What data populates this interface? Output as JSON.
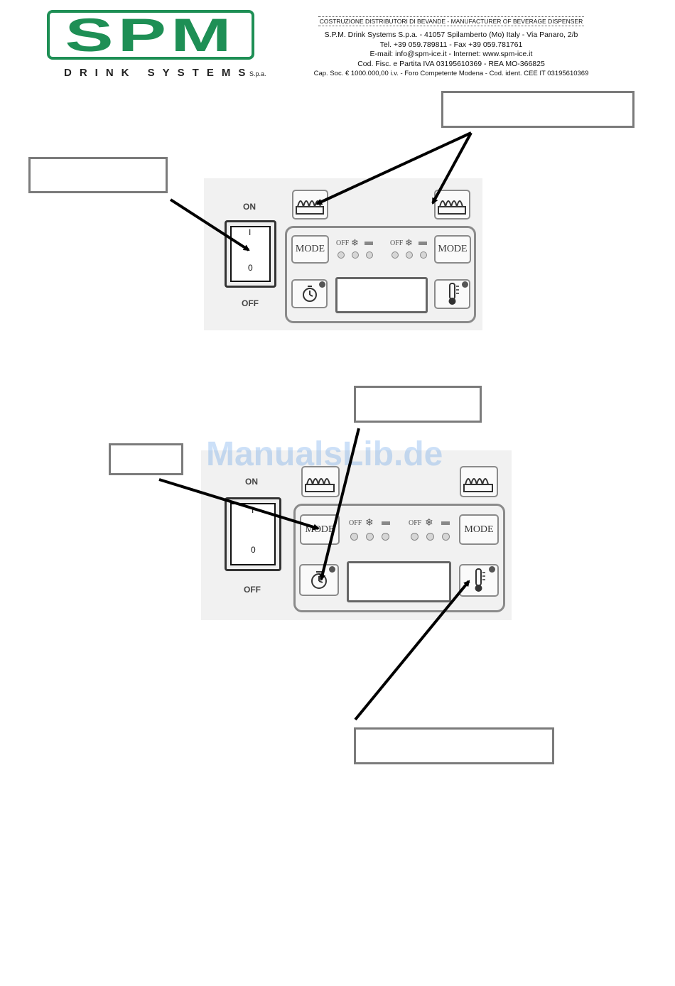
{
  "header": {
    "logo_text": "SPM",
    "logo_subtitle": "DRINK SYSTEMS",
    "logo_suffix": "S.p.a.",
    "tagline": "COSTRUZIONE DISTRIBUTORI DI BEVANDE - MANUFACTURER OF BEVERAGE DISPENSER",
    "address": "S.P.M. Drink Systems S.p.a. - 41057 Spilamberto (Mo) Italy - Via Panaro, 2/b",
    "phone": "Tel. +39 059.789811 - Fax +39 059.781761",
    "email": "E-mail: info@spm-ice.it - Internet: www.spm-ice.it",
    "tax": "Cod. Fisc. e Partita IVA 03195610369 - REA MO-366825",
    "capital": "Cap. Soc. € 1000.000,00 i.v. - Foro Competente Modena - Cod. ident. CEE IT 03195610369"
  },
  "panel": {
    "switch_on_label": "ON",
    "switch_off_label": "OFF",
    "switch_on_mark": "I",
    "switch_off_mark": "0",
    "mode_label": "MODE",
    "indicator_off_label": "OFF",
    "snow_glyph": "❄"
  },
  "watermark": "ManualsLib.de"
}
